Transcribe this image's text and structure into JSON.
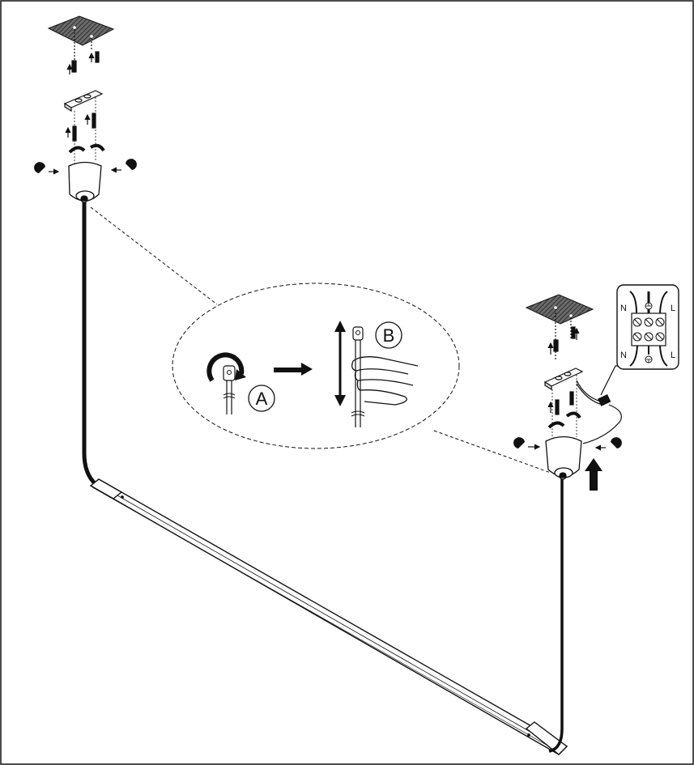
{
  "callout": {
    "label_a": "A",
    "label_b": "B"
  },
  "wiring": {
    "label_n_top": "N",
    "label_l_top": "L",
    "label_n_bottom": "N",
    "label_l_bottom": "L"
  },
  "colors": {
    "line": "#111111",
    "plate": "#555555",
    "background": "#ffffff"
  }
}
